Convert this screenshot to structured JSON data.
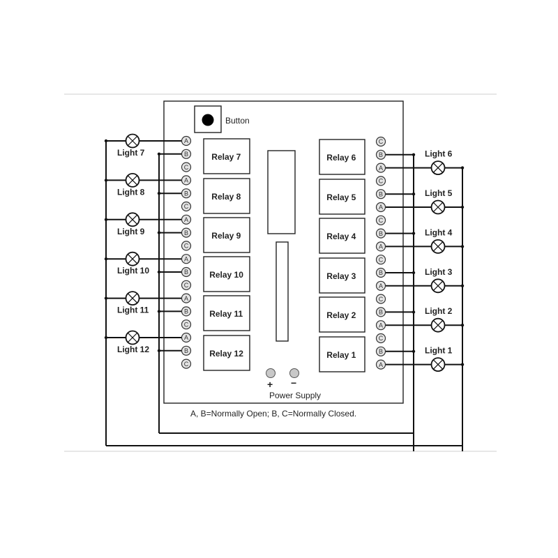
{
  "button_label": "Button",
  "power_supply": {
    "label": "Power Supply",
    "plus": "+",
    "minus": "−"
  },
  "legend": "A, B=Normally Open; B, C=Normally Closed.",
  "left_relays": [
    "Relay 7",
    "Relay 8",
    "Relay 9",
    "Relay 10",
    "Relay 11",
    "Relay 12"
  ],
  "right_relays": [
    "Relay 6",
    "Relay 5",
    "Relay 4",
    "Relay 3",
    "Relay 2",
    "Relay 1"
  ],
  "left_lights": [
    "Light 7",
    "Light 8",
    "Light 9",
    "Light 10",
    "Light 11",
    "Light 12"
  ],
  "right_lights": [
    "Light 6",
    "Light 5",
    "Light 4",
    "Light 3",
    "Light 2",
    "Light 1"
  ],
  "left_terminals": [
    "A",
    "B",
    "C"
  ],
  "right_terminals": [
    "C",
    "B",
    "A"
  ],
  "colors": {
    "line": "#111111",
    "terminal_fill": "#e4e4e4",
    "power_dot": "#c8c8c8"
  }
}
